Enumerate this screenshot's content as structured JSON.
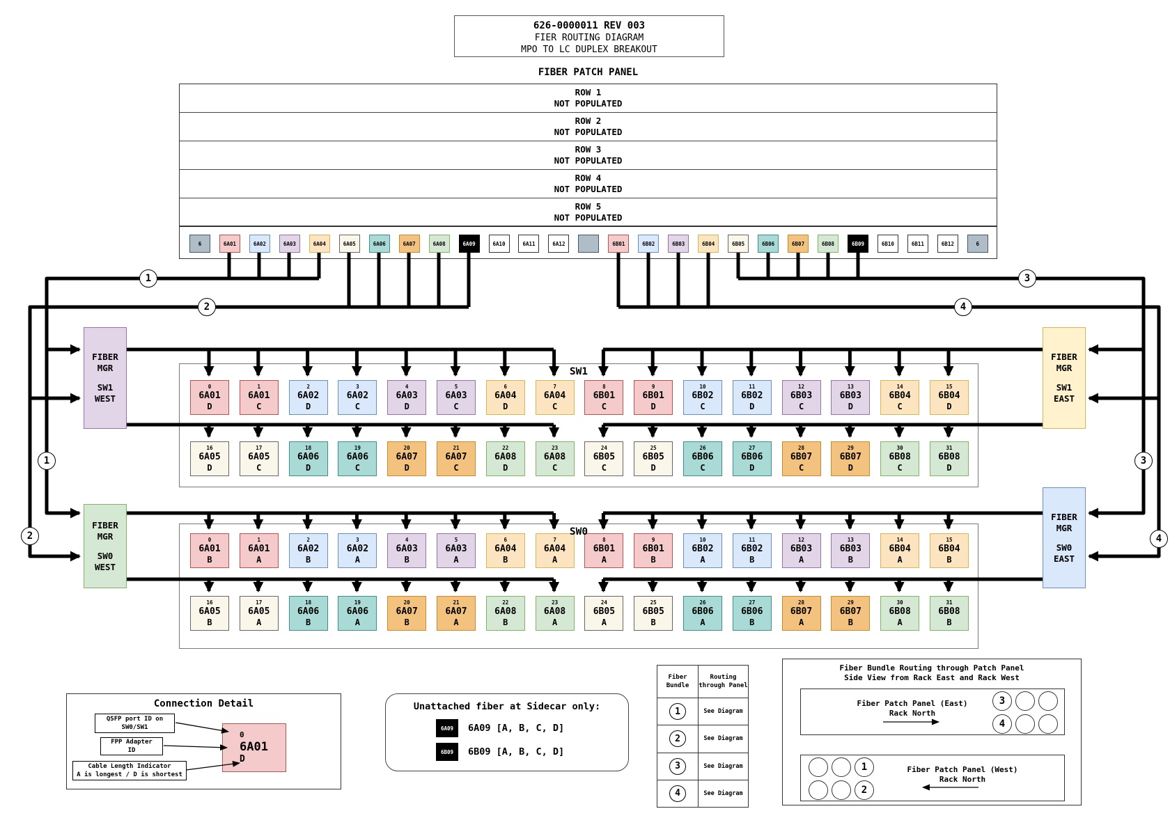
{
  "title_block": {
    "line1": "626-0000011 REV 003",
    "line2": "FIER ROUTING DIAGRAM",
    "line3": "MPO TO LC DUPLEX BREAKOUT"
  },
  "palette": {
    "pink": {
      "fill": "#f4cbca",
      "stroke": "#b85450"
    },
    "blue": {
      "fill": "#dae8fc",
      "stroke": "#6c8ebf"
    },
    "purple": {
      "fill": "#e1d5e7",
      "stroke": "#9673a6"
    },
    "tan": {
      "fill": "#fbe4bf",
      "stroke": "#d6b656"
    },
    "cream": {
      "fill": "#faf6e9",
      "stroke": "#666666"
    },
    "teal": {
      "fill": "#aadad5",
      "stroke": "#3d8f8a"
    },
    "orange": {
      "fill": "#f4c27f",
      "stroke": "#c98a2a"
    },
    "green": {
      "fill": "#d5e8d4",
      "stroke": "#82b366"
    },
    "black": {
      "fill": "#000000",
      "stroke": "#000000",
      "text": "#ffffff"
    },
    "white": {
      "fill": "#ffffff",
      "stroke": "#333333"
    },
    "slate": {
      "fill": "#aebdc8",
      "stroke": "#44576b"
    },
    "yellow": {
      "fill": "#fff2cc",
      "stroke": "#d6b656"
    }
  },
  "patch_panel": {
    "title": "FIBER PATCH PANEL",
    "rows": [
      {
        "name": "ROW 1",
        "status": "NOT POPULATED"
      },
      {
        "name": "ROW 2",
        "status": "NOT POPULATED"
      },
      {
        "name": "ROW 3",
        "status": "NOT POPULATED"
      },
      {
        "name": "ROW 4",
        "status": "NOT POPULATED"
      },
      {
        "name": "ROW 5",
        "status": "NOT POPULATED"
      }
    ],
    "ports": [
      {
        "label": "6",
        "color": "slate"
      },
      {
        "label": "6A01",
        "color": "pink"
      },
      {
        "label": "6A02",
        "color": "blue"
      },
      {
        "label": "6A03",
        "color": "purple"
      },
      {
        "label": "6A04",
        "color": "tan"
      },
      {
        "label": "6A05",
        "color": "cream"
      },
      {
        "label": "6A06",
        "color": "teal"
      },
      {
        "label": "6A07",
        "color": "orange"
      },
      {
        "label": "6A08",
        "color": "green"
      },
      {
        "label": "6A09",
        "color": "black"
      },
      {
        "label": "6A10",
        "color": "white"
      },
      {
        "label": "6A11",
        "color": "white"
      },
      {
        "label": "6A12",
        "color": "white"
      },
      {
        "label": "",
        "color": "slate"
      },
      {
        "label": "6B01",
        "color": "pink"
      },
      {
        "label": "6B02",
        "color": "blue"
      },
      {
        "label": "6B03",
        "color": "purple"
      },
      {
        "label": "6B04",
        "color": "tan"
      },
      {
        "label": "6B05",
        "color": "cream"
      },
      {
        "label": "6B06",
        "color": "teal"
      },
      {
        "label": "6B07",
        "color": "orange"
      },
      {
        "label": "6B08",
        "color": "green"
      },
      {
        "label": "6B09",
        "color": "black"
      },
      {
        "label": "6B10",
        "color": "white"
      },
      {
        "label": "6B11",
        "color": "white"
      },
      {
        "label": "6B12",
        "color": "white"
      },
      {
        "label": "6",
        "color": "slate"
      }
    ]
  },
  "bundles": {
    "labels": [
      "1",
      "2",
      "3",
      "4"
    ]
  },
  "fiber_managers": [
    {
      "id": "sw1-west",
      "l1": "FIBER",
      "l2": "MGR",
      "l3": "SW1",
      "l4": "WEST",
      "color": "purple"
    },
    {
      "id": "sw0-west",
      "l1": "FIBER",
      "l2": "MGR",
      "l3": "SW0",
      "l4": "WEST",
      "color": "green"
    },
    {
      "id": "sw1-east",
      "l1": "FIBER",
      "l2": "MGR",
      "l3": "SW1",
      "l4": "EAST",
      "color": "yellow"
    },
    {
      "id": "sw0-east",
      "l1": "FIBER",
      "l2": "MGR",
      "l3": "SW0",
      "l4": "EAST",
      "color": "blue"
    }
  ],
  "switches": [
    {
      "id": "sw1",
      "name": "SW1",
      "ports_top": [
        {
          "n": "0",
          "label": "6A01",
          "letter": "D",
          "color": "pink"
        },
        {
          "n": "1",
          "label": "6A01",
          "letter": "C",
          "color": "pink"
        },
        {
          "n": "2",
          "label": "6A02",
          "letter": "D",
          "color": "blue"
        },
        {
          "n": "3",
          "label": "6A02",
          "letter": "C",
          "color": "blue"
        },
        {
          "n": "4",
          "label": "6A03",
          "letter": "D",
          "color": "purple"
        },
        {
          "n": "5",
          "label": "6A03",
          "letter": "C",
          "color": "purple"
        },
        {
          "n": "6",
          "label": "6A04",
          "letter": "D",
          "color": "tan"
        },
        {
          "n": "7",
          "label": "6A04",
          "letter": "C",
          "color": "tan"
        },
        {
          "n": "8",
          "label": "6B01",
          "letter": "C",
          "color": "pink"
        },
        {
          "n": "9",
          "label": "6B01",
          "letter": "D",
          "color": "pink"
        },
        {
          "n": "10",
          "label": "6B02",
          "letter": "C",
          "color": "blue"
        },
        {
          "n": "11",
          "label": "6B02",
          "letter": "D",
          "color": "blue"
        },
        {
          "n": "12",
          "label": "6B03",
          "letter": "C",
          "color": "purple"
        },
        {
          "n": "13",
          "label": "6B03",
          "letter": "D",
          "color": "purple"
        },
        {
          "n": "14",
          "label": "6B04",
          "letter": "C",
          "color": "tan"
        },
        {
          "n": "15",
          "label": "6B04",
          "letter": "D",
          "color": "tan"
        }
      ],
      "ports_bottom": [
        {
          "n": "16",
          "label": "6A05",
          "letter": "D",
          "color": "cream"
        },
        {
          "n": "17",
          "label": "6A05",
          "letter": "C",
          "color": "cream"
        },
        {
          "n": "18",
          "label": "6A06",
          "letter": "D",
          "color": "teal"
        },
        {
          "n": "19",
          "label": "6A06",
          "letter": "C",
          "color": "teal"
        },
        {
          "n": "20",
          "label": "6A07",
          "letter": "D",
          "color": "orange"
        },
        {
          "n": "21",
          "label": "6A07",
          "letter": "C",
          "color": "orange"
        },
        {
          "n": "22",
          "label": "6A08",
          "letter": "D",
          "color": "green"
        },
        {
          "n": "23",
          "label": "6A08",
          "letter": "C",
          "color": "green"
        },
        {
          "n": "24",
          "label": "6B05",
          "letter": "C",
          "color": "cream"
        },
        {
          "n": "25",
          "label": "6B05",
          "letter": "D",
          "color": "cream"
        },
        {
          "n": "26",
          "label": "6B06",
          "letter": "C",
          "color": "teal"
        },
        {
          "n": "27",
          "label": "6B06",
          "letter": "D",
          "color": "teal"
        },
        {
          "n": "28",
          "label": "6B07",
          "letter": "C",
          "color": "orange"
        },
        {
          "n": "29",
          "label": "6B07",
          "letter": "D",
          "color": "orange"
        },
        {
          "n": "30",
          "label": "6B08",
          "letter": "C",
          "color": "green"
        },
        {
          "n": "31",
          "label": "6B08",
          "letter": "D",
          "color": "green"
        }
      ]
    },
    {
      "id": "sw0",
      "name": "SW0",
      "ports_top": [
        {
          "n": "0",
          "label": "6A01",
          "letter": "B",
          "color": "pink"
        },
        {
          "n": "1",
          "label": "6A01",
          "letter": "A",
          "color": "pink"
        },
        {
          "n": "2",
          "label": "6A02",
          "letter": "B",
          "color": "blue"
        },
        {
          "n": "3",
          "label": "6A02",
          "letter": "A",
          "color": "blue"
        },
        {
          "n": "4",
          "label": "6A03",
          "letter": "B",
          "color": "purple"
        },
        {
          "n": "5",
          "label": "6A03",
          "letter": "A",
          "color": "purple"
        },
        {
          "n": "6",
          "label": "6A04",
          "letter": "B",
          "color": "tan"
        },
        {
          "n": "7",
          "label": "6A04",
          "letter": "A",
          "color": "tan"
        },
        {
          "n": "8",
          "label": "6B01",
          "letter": "A",
          "color": "pink"
        },
        {
          "n": "9",
          "label": "6B01",
          "letter": "B",
          "color": "pink"
        },
        {
          "n": "10",
          "label": "6B02",
          "letter": "A",
          "color": "blue"
        },
        {
          "n": "11",
          "label": "6B02",
          "letter": "B",
          "color": "blue"
        },
        {
          "n": "12",
          "label": "6B03",
          "letter": "A",
          "color": "purple"
        },
        {
          "n": "13",
          "label": "6B03",
          "letter": "B",
          "color": "purple"
        },
        {
          "n": "14",
          "label": "6B04",
          "letter": "A",
          "color": "tan"
        },
        {
          "n": "15",
          "label": "6B04",
          "letter": "B",
          "color": "tan"
        }
      ],
      "ports_bottom": [
        {
          "n": "16",
          "label": "6A05",
          "letter": "B",
          "color": "cream"
        },
        {
          "n": "17",
          "label": "6A05",
          "letter": "A",
          "color": "cream"
        },
        {
          "n": "18",
          "label": "6A06",
          "letter": "B",
          "color": "teal"
        },
        {
          "n": "19",
          "label": "6A06",
          "letter": "A",
          "color": "teal"
        },
        {
          "n": "20",
          "label": "6A07",
          "letter": "B",
          "color": "orange"
        },
        {
          "n": "21",
          "label": "6A07",
          "letter": "A",
          "color": "orange"
        },
        {
          "n": "22",
          "label": "6A08",
          "letter": "B",
          "color": "green"
        },
        {
          "n": "23",
          "label": "6A08",
          "letter": "A",
          "color": "green"
        },
        {
          "n": "24",
          "label": "6B05",
          "letter": "A",
          "color": "cream"
        },
        {
          "n": "25",
          "label": "6B05",
          "letter": "B",
          "color": "cream"
        },
        {
          "n": "26",
          "label": "6B06",
          "letter": "A",
          "color": "teal"
        },
        {
          "n": "27",
          "label": "6B06",
          "letter": "B",
          "color": "teal"
        },
        {
          "n": "28",
          "label": "6B07",
          "letter": "A",
          "color": "orange"
        },
        {
          "n": "29",
          "label": "6B07",
          "letter": "B",
          "color": "orange"
        },
        {
          "n": "30",
          "label": "6B08",
          "letter": "A",
          "color": "green"
        },
        {
          "n": "31",
          "label": "6B08",
          "letter": "B",
          "color": "green"
        }
      ]
    }
  ],
  "connection_detail": {
    "title": "Connection Detail",
    "callouts": [
      [
        "QSFP port ID on",
        "SW0/SW1"
      ],
      [
        "FPP Adapter",
        "ID"
      ],
      [
        "Cable Length Indicator",
        "A is longest / D is shortest"
      ]
    ],
    "sample": {
      "port": "0",
      "adapter": "6A01",
      "length": "D"
    }
  },
  "unattached": {
    "title": "Unattached fiber at Sidecar only:",
    "items": [
      {
        "chip": "6A09",
        "text": "6A09 [A, B, C, D]"
      },
      {
        "chip": "6B09",
        "text": "6B09 [A, B, C, D]"
      }
    ]
  },
  "bundle_table": {
    "header1": [
      "Fiber",
      "Bundle"
    ],
    "header2": [
      "Routing",
      "through Panel"
    ],
    "rows": [
      {
        "bundle": "1",
        "routing": "See Diagram"
      },
      {
        "bundle": "2",
        "routing": "See Diagram"
      },
      {
        "bundle": "3",
        "routing": "See Diagram"
      },
      {
        "bundle": "4",
        "routing": "See Diagram"
      }
    ]
  },
  "side_view": {
    "title1": "Fiber Bundle Routing through Patch Panel",
    "title2": "Side View from Rack East and Rack West",
    "east": {
      "label": "Fiber Patch Panel (East)",
      "sub": "Rack North",
      "circles": [
        "3",
        "",
        "",
        "4",
        "",
        ""
      ]
    },
    "west": {
      "label": "Fiber Patch Panel (West)",
      "sub": "Rack North",
      "circles": [
        "",
        "",
        "1",
        "",
        "",
        "2"
      ]
    }
  }
}
